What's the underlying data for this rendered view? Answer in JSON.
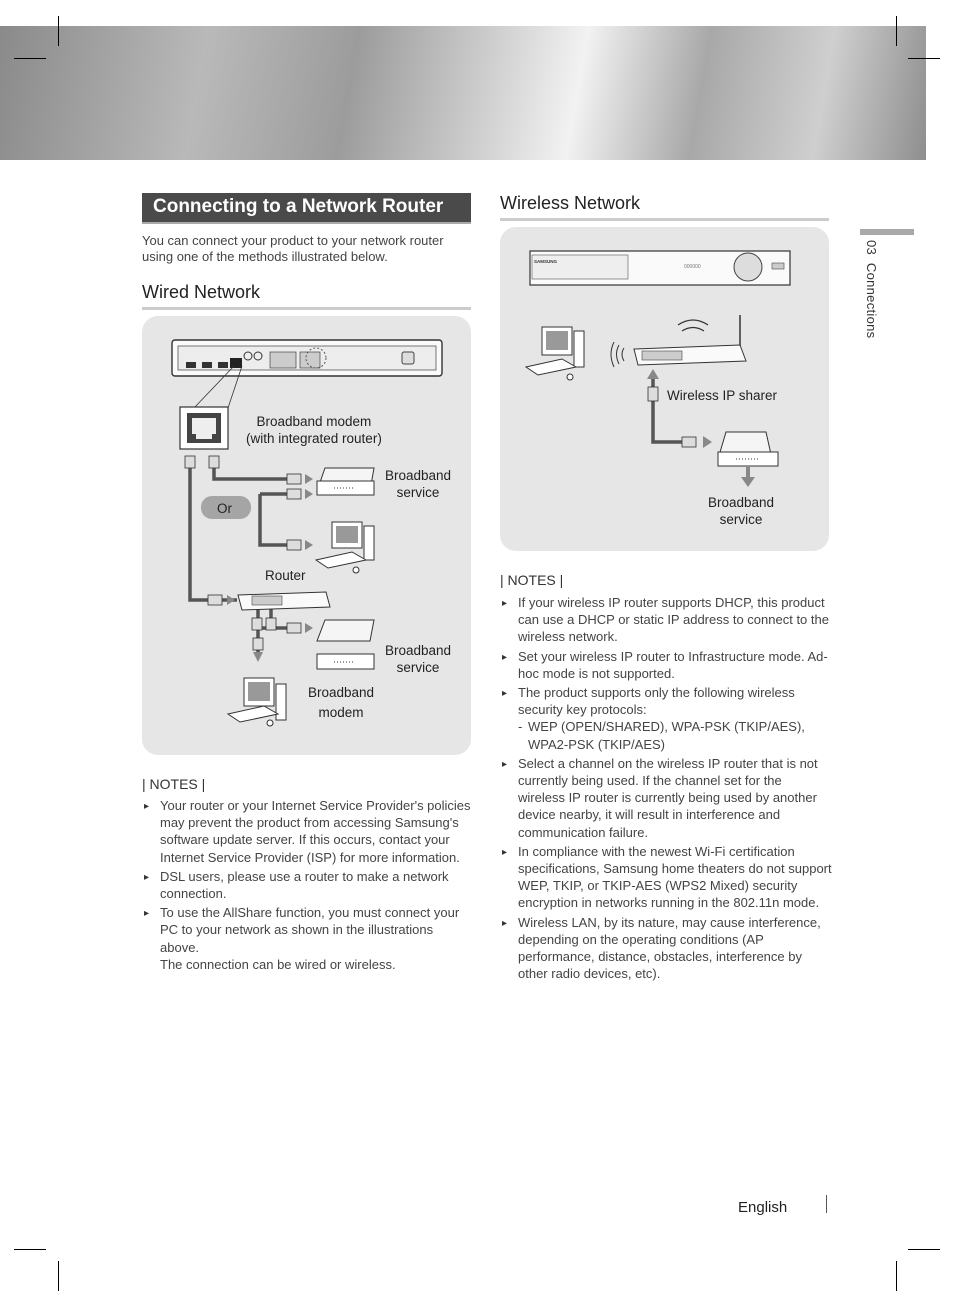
{
  "page": {
    "section_title": "Connecting to a Network Router",
    "intro": "You can connect your product to your network router using one of the methods illustrated below.",
    "side_tab": {
      "number": "03",
      "label": "Connections"
    },
    "footer_language": "English"
  },
  "wired": {
    "heading": "Wired Network",
    "diagram": {
      "modem_label_line1": "Broadband modem",
      "modem_label_line2": "(with integrated router)",
      "broadband_service_1_line1": "Broadband",
      "broadband_service_1_line2": "service",
      "or_label": "Or",
      "router_label": "Router",
      "broadband_service_2_line1": "Broadband",
      "broadband_service_2_line2": "service",
      "broadband_modem_line1": "Broadband",
      "broadband_modem_line2": "modem"
    },
    "notes_heading": "| NOTES |",
    "notes": [
      "Your router or your Internet Service Provider's policies may prevent the product from accessing Samsung's software update server. If this occurs, contact your Internet Service Provider (ISP) for more information.",
      "DSL users, please use a router to make a network connection.",
      "To use the AllShare function, you must connect your PC to your network as shown in the illustrations above.",
      "The connection can be wired or wireless."
    ]
  },
  "wireless": {
    "heading": "Wireless Network",
    "diagram": {
      "device_brand": "SAMSUNG",
      "device_display": "000000",
      "sharer_label": "Wireless IP sharer",
      "broadband_service_line1": "Broadband",
      "broadband_service_line2": "service"
    },
    "notes_heading": "| NOTES |",
    "notes": [
      "If your wireless IP router supports DHCP, this product can use a DHCP or static IP address to connect to the wireless network.",
      "Set your wireless IP router to Infrastructure mode. Ad-hoc mode is not supported.",
      "The product supports only the following wireless security key protocols:",
      "WEP (OPEN/SHARED), WPA-PSK (TKIP/AES), WPA2-PSK (TKIP/AES)",
      "Select a channel on the wireless IP router that is not currently being used. If the channel set for the wireless IP router is currently being used by another device nearby, it will result in interference and communication failure.",
      "In compliance with the newest Wi-Fi certification specifications, Samsung home theaters do not support WEP, TKIP, or TKIP-AES (WPS2 Mixed) security encryption in networks running in the 802.11n mode.",
      "Wireless LAN, by its nature, may cause interference, depending on the operating conditions (AP performance, distance, obstacles, interference by other radio devices, etc)."
    ]
  }
}
